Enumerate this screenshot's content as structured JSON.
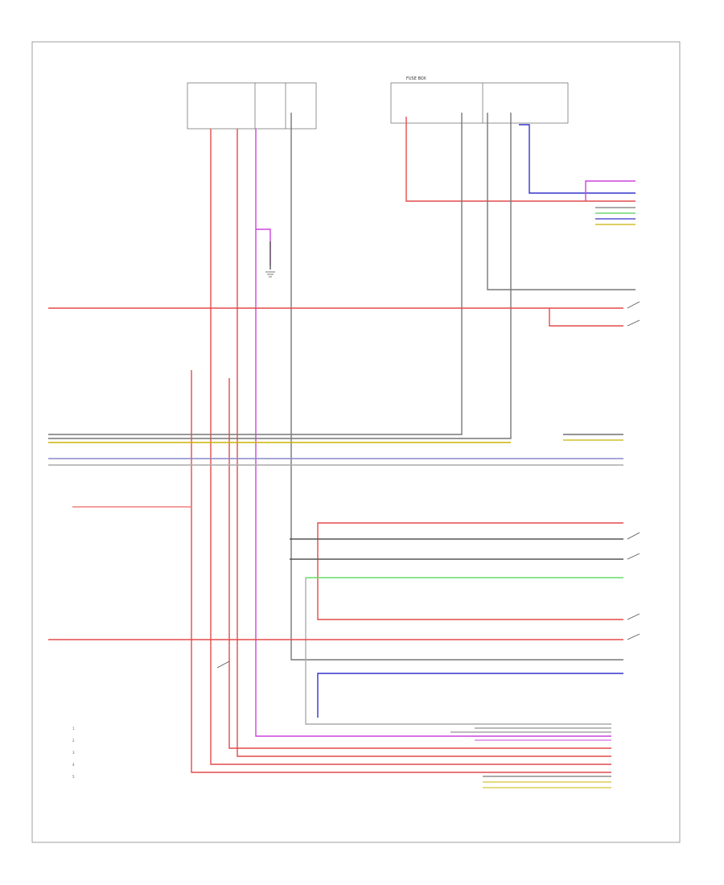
{
  "diagram": {
    "fuse_box_title": "FUSE BOX",
    "footer_code": "",
    "legend": [
      {
        "key": "1",
        "label": ""
      },
      {
        "key": "2",
        "label": ""
      },
      {
        "key": "3",
        "label": ""
      },
      {
        "key": "4",
        "label": ""
      },
      {
        "key": "5",
        "label": ""
      }
    ]
  },
  "colors": {
    "red": "#e34a4a",
    "pink": "#f07f7f",
    "violet": "#cc44dd",
    "blue": "#3333cc",
    "green": "#55cc55",
    "yellow": "#c8b400",
    "gray": "#777777",
    "dark": "#333333"
  }
}
